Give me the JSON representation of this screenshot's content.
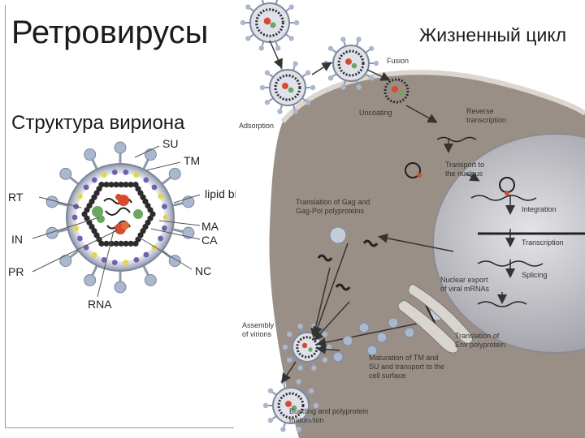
{
  "title": "Ретровирусы",
  "subtitle": "Структура вириона",
  "lifecycle_title": "Жизненный цикл",
  "virion_labels": {
    "su": "SU",
    "tm": "TM",
    "rt": "RT",
    "lipid": "lipid bilayer",
    "in": "IN",
    "ma": "MA",
    "ca": "CA",
    "pr": "PR",
    "nc": "NC",
    "rna": "RNA"
  },
  "cycle_labels": {
    "fusion": "Fusion",
    "adsorption": "Adsorption",
    "uncoating": "Uncoating",
    "reverse1": "Reverse",
    "reverse2": "transcription",
    "transport1": "Transport to",
    "transport2": "the nucleus",
    "gag1": "Translation of Gag and",
    "gag2": "Gag-Pol polyproteins",
    "integration": "Integration",
    "transcription": "Transcription",
    "splicing": "Splicing",
    "export1": "Nuclear export",
    "export2": "of viral mRNAs",
    "assembly1": "Assembly",
    "assembly2": "of virions",
    "env1": "Translation of",
    "env2": "Env polyprotein",
    "matur1": "Maturation of TM and",
    "matur2": "SU and transport to the",
    "matur3": "cell surface",
    "budding1": "Budding and polyprotein",
    "budding2": "maturation"
  },
  "colors": {
    "cell": "#9a8f86",
    "nucleus": "#bdbdc2",
    "virion_spike": "#a9b8cf",
    "capsid": "#2b2b2b",
    "purple_dot": "#6e62b0",
    "yellow_dot": "#e8d44a",
    "green": "#6aa861",
    "red": "#d64a2f"
  }
}
